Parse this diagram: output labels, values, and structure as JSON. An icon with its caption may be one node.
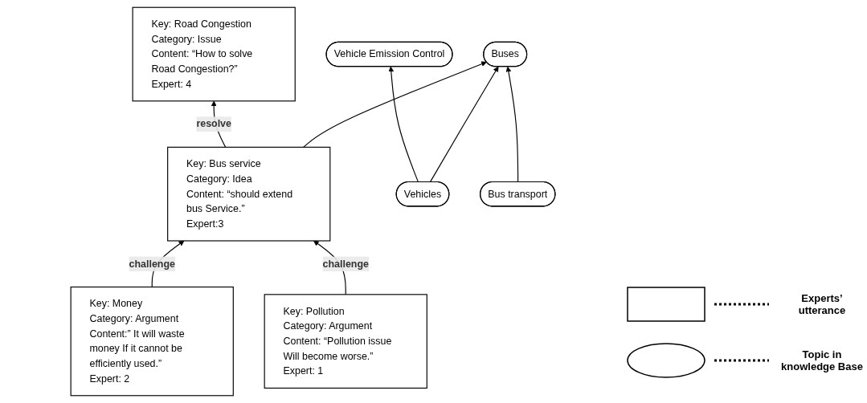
{
  "diagram": {
    "nodes": [
      {
        "text": [
          "Key: Road Congestion",
          "Category: Issue",
          "Content: “How to solve Road Congestion?”",
          "Expert: 4"
        ]
      },
      {
        "text": [
          "Key: Bus service",
          "Category: Idea",
          "Content: “should extend bus Service.”",
          "Expert:3"
        ]
      },
      {
        "text": [
          "Key: Money",
          "Category: Argument",
          "Content:” It will waste money If it cannot be efficiently used.”",
          "Expert: 2"
        ]
      },
      {
        "text": [
          "Key: Pollution",
          "Category: Argument",
          "Content: “Pollution issue Will become worse.”",
          "Expert: 1"
        ]
      },
      {
        "text": [
          "Vehicles"
        ]
      },
      {
        "text": [
          "Vehicle Emission Control"
        ]
      },
      {
        "text": [
          "Bus transport"
        ]
      },
      {
        "text": [
          "Buses"
        ]
      }
    ],
    "edges": [
      {
        "from": 1,
        "to": 0,
        "arrow": "to",
        "label": "resolve"
      },
      {
        "from": 2,
        "to": 1,
        "arrow": "to",
        "label": "challenge"
      },
      {
        "from": 3,
        "to": 1,
        "arrow": "to",
        "label": "challenge"
      },
      {
        "from": 4,
        "to": 5,
        "arrow": "to"
      },
      {
        "from": 4,
        "to": 7,
        "arrow": "to"
      },
      {
        "from": 1,
        "to": 7,
        "arrow": "to"
      },
      {
        "from": 6,
        "to": 7,
        "arrow": "to"
      }
    ],
    "legend": [
      {
        "text": "Experts’ utterance"
      },
      {
        "text": "Topic in knowledge Base"
      }
    ]
  }
}
